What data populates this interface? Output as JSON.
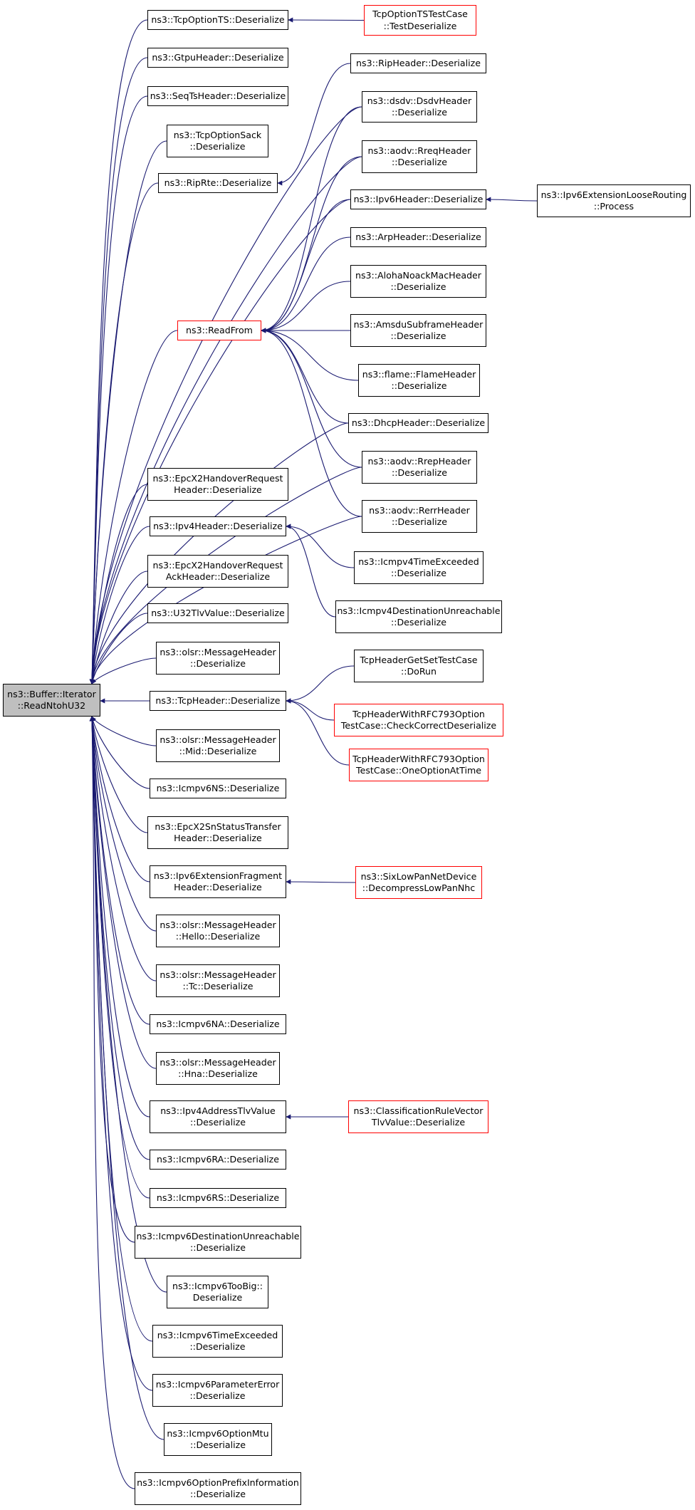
{
  "colors": {
    "edge": "#191970",
    "node_border": "#000000",
    "highlight_border": "#ff0000",
    "root_fill": "#bfbfbf"
  },
  "nodes": {
    "root": {
      "lines": [
        "ns3::Buffer::Iterator",
        "::ReadNtohU32"
      ],
      "highlighted": false,
      "is_root": true
    },
    "tcpoptionts": {
      "lines": [
        "ns3::TcpOptionTS::Deserialize"
      ]
    },
    "tcpoptionts_test": {
      "lines": [
        "TcpOptionTSTestCase",
        "::TestDeserialize"
      ],
      "highlighted": true
    },
    "gtpu": {
      "lines": [
        "ns3::GtpuHeader::Deserialize"
      ]
    },
    "seqts": {
      "lines": [
        "ns3::SeqTsHeader::Deserialize"
      ]
    },
    "tcpoptionsack": {
      "lines": [
        "ns3::TcpOptionSack",
        "::Deserialize"
      ]
    },
    "riprte": {
      "lines": [
        "ns3::RipRte::Deserialize"
      ]
    },
    "ripheader": {
      "lines": [
        "ns3::RipHeader::Deserialize"
      ]
    },
    "dsdv": {
      "lines": [
        "ns3::dsdv::DsdvHeader",
        "::Deserialize"
      ]
    },
    "rreq": {
      "lines": [
        "ns3::aodv::RreqHeader",
        "::Deserialize"
      ]
    },
    "ipv6header": {
      "lines": [
        "ns3::Ipv6Header::Deserialize"
      ]
    },
    "ipv6ext": {
      "lines": [
        "ns3::Ipv6ExtensionLooseRouting",
        "::Process"
      ]
    },
    "arp": {
      "lines": [
        "ns3::ArpHeader::Deserialize"
      ]
    },
    "aloha": {
      "lines": [
        "ns3::AlohaNoackMacHeader",
        "::Deserialize"
      ]
    },
    "amsdu": {
      "lines": [
        "ns3::AmsduSubframeHeader",
        "::Deserialize"
      ]
    },
    "readfrom": {
      "lines": [
        "ns3::ReadFrom"
      ],
      "highlighted": true
    },
    "flame": {
      "lines": [
        "ns3::flame::FlameHeader",
        "::Deserialize"
      ]
    },
    "dhcp": {
      "lines": [
        "ns3::DhcpHeader::Deserialize"
      ]
    },
    "rrep": {
      "lines": [
        "ns3::aodv::RrepHeader",
        "::Deserialize"
      ]
    },
    "rerr": {
      "lines": [
        "ns3::aodv::RerrHeader",
        "::Deserialize"
      ]
    },
    "epcx2ho": {
      "lines": [
        "ns3::EpcX2HandoverRequest",
        "Header::Deserialize"
      ]
    },
    "ipv4header": {
      "lines": [
        "ns3::Ipv4Header::Deserialize"
      ]
    },
    "icmpv4te": {
      "lines": [
        "ns3::Icmpv4TimeExceeded",
        "::Deserialize"
      ]
    },
    "icmpv4du": {
      "lines": [
        "ns3::Icmpv4DestinationUnreachable",
        "::Deserialize"
      ]
    },
    "epcx2hoack": {
      "lines": [
        "ns3::EpcX2HandoverRequest",
        "AckHeader::Deserialize"
      ]
    },
    "u32tlv": {
      "lines": [
        "ns3::U32TlvValue::Deserialize"
      ]
    },
    "olsrmh": {
      "lines": [
        "ns3::olsr::MessageHeader",
        "::Deserialize"
      ]
    },
    "tcpheader": {
      "lines": [
        "ns3::TcpHeader::Deserialize"
      ]
    },
    "tcphdrtest": {
      "lines": [
        "TcpHeaderGetSetTestCase",
        "::DoRun"
      ]
    },
    "rfc793check": {
      "lines": [
        "TcpHeaderWithRFC793Option",
        "TestCase::CheckCorrectDeserialize"
      ],
      "highlighted": true
    },
    "rfc793one": {
      "lines": [
        "TcpHeaderWithRFC793Option",
        "TestCase::OneOptionAtTime"
      ],
      "highlighted": true
    },
    "olsrmid": {
      "lines": [
        "ns3::olsr::MessageHeader",
        "::Mid::Deserialize"
      ]
    },
    "icmpv6ns": {
      "lines": [
        "ns3::Icmpv6NS::Deserialize"
      ]
    },
    "epcx2sn": {
      "lines": [
        "ns3::EpcX2SnStatusTransfer",
        "Header::Deserialize"
      ]
    },
    "ipv6frag": {
      "lines": [
        "ns3::Ipv6ExtensionFragment",
        "Header::Deserialize"
      ]
    },
    "sixlowpan": {
      "lines": [
        "ns3::SixLowPanNetDevice",
        "::DecompressLowPanNhc"
      ],
      "highlighted": true
    },
    "olsrhello": {
      "lines": [
        "ns3::olsr::MessageHeader",
        "::Hello::Deserialize"
      ]
    },
    "olsrtc": {
      "lines": [
        "ns3::olsr::MessageHeader",
        "::Tc::Deserialize"
      ]
    },
    "icmpv6na": {
      "lines": [
        "ns3::Icmpv6NA::Deserialize"
      ]
    },
    "olsrhna": {
      "lines": [
        "ns3::olsr::MessageHeader",
        "::Hna::Deserialize"
      ]
    },
    "ipv4addrtlv": {
      "lines": [
        "ns3::Ipv4AddressTlvValue",
        "::Deserialize"
      ]
    },
    "classrule": {
      "lines": [
        "ns3::ClassificationRuleVector",
        "TlvValue::Deserialize"
      ],
      "highlighted": true
    },
    "icmpv6ra": {
      "lines": [
        "ns3::Icmpv6RA::Deserialize"
      ]
    },
    "icmpv6rs": {
      "lines": [
        "ns3::Icmpv6RS::Deserialize"
      ]
    },
    "icmpv6du": {
      "lines": [
        "ns3::Icmpv6DestinationUnreachable",
        "::Deserialize"
      ]
    },
    "icmpv6tb": {
      "lines": [
        "ns3::Icmpv6TooBig::",
        "Deserialize"
      ]
    },
    "icmpv6te": {
      "lines": [
        "ns3::Icmpv6TimeExceeded",
        "::Deserialize"
      ]
    },
    "icmpv6pe": {
      "lines": [
        "ns3::Icmpv6ParameterError",
        "::Deserialize"
      ]
    },
    "icmpv6mtu": {
      "lines": [
        "ns3::Icmpv6OptionMtu",
        "::Deserialize"
      ]
    },
    "icmpv6prefix": {
      "lines": [
        "ns3::Icmpv6OptionPrefixInformation",
        "::Deserialize"
      ]
    }
  },
  "edges": [
    [
      "tcpoptionts",
      "root"
    ],
    [
      "gtpu",
      "root"
    ],
    [
      "seqts",
      "root"
    ],
    [
      "tcpoptionsack",
      "root"
    ],
    [
      "riprte",
      "root"
    ],
    [
      "dsdv",
      "root"
    ],
    [
      "rreq",
      "root"
    ],
    [
      "ipv6header",
      "root"
    ],
    [
      "readfrom",
      "root"
    ],
    [
      "dhcp",
      "root"
    ],
    [
      "rrep",
      "root"
    ],
    [
      "rerr",
      "root"
    ],
    [
      "epcx2ho",
      "root"
    ],
    [
      "ipv4header",
      "root"
    ],
    [
      "epcx2hoack",
      "root"
    ],
    [
      "u32tlv",
      "root"
    ],
    [
      "olsrmh",
      "root"
    ],
    [
      "tcpheader",
      "root"
    ],
    [
      "olsrmid",
      "root"
    ],
    [
      "icmpv6ns",
      "root"
    ],
    [
      "epcx2sn",
      "root"
    ],
    [
      "ipv6frag",
      "root"
    ],
    [
      "olsrhello",
      "root"
    ],
    [
      "olsrtc",
      "root"
    ],
    [
      "icmpv6na",
      "root"
    ],
    [
      "olsrhna",
      "root"
    ],
    [
      "ipv4addrtlv",
      "root"
    ],
    [
      "icmpv6ra",
      "root"
    ],
    [
      "icmpv6rs",
      "root"
    ],
    [
      "icmpv6du",
      "root"
    ],
    [
      "icmpv6tb",
      "root"
    ],
    [
      "icmpv6te",
      "root"
    ],
    [
      "icmpv6pe",
      "root"
    ],
    [
      "icmpv6mtu",
      "root"
    ],
    [
      "icmpv6prefix",
      "root"
    ],
    [
      "tcpoptionts_test",
      "tcpoptionts"
    ],
    [
      "ripheader",
      "riprte"
    ],
    [
      "ipv6ext",
      "ipv6header"
    ],
    [
      "dsdv",
      "readfrom"
    ],
    [
      "rreq",
      "readfrom"
    ],
    [
      "ipv6header",
      "readfrom"
    ],
    [
      "arp",
      "readfrom"
    ],
    [
      "aloha",
      "readfrom"
    ],
    [
      "amsdu",
      "readfrom"
    ],
    [
      "flame",
      "readfrom"
    ],
    [
      "dhcp",
      "readfrom"
    ],
    [
      "rrep",
      "readfrom"
    ],
    [
      "rerr",
      "readfrom"
    ],
    [
      "icmpv4te",
      "ipv4header"
    ],
    [
      "icmpv4du",
      "ipv4header"
    ],
    [
      "tcphdrtest",
      "tcpheader"
    ],
    [
      "rfc793check",
      "tcpheader"
    ],
    [
      "rfc793one",
      "tcpheader"
    ],
    [
      "sixlowpan",
      "ipv6frag"
    ],
    [
      "classrule",
      "ipv4addrtlv"
    ]
  ]
}
